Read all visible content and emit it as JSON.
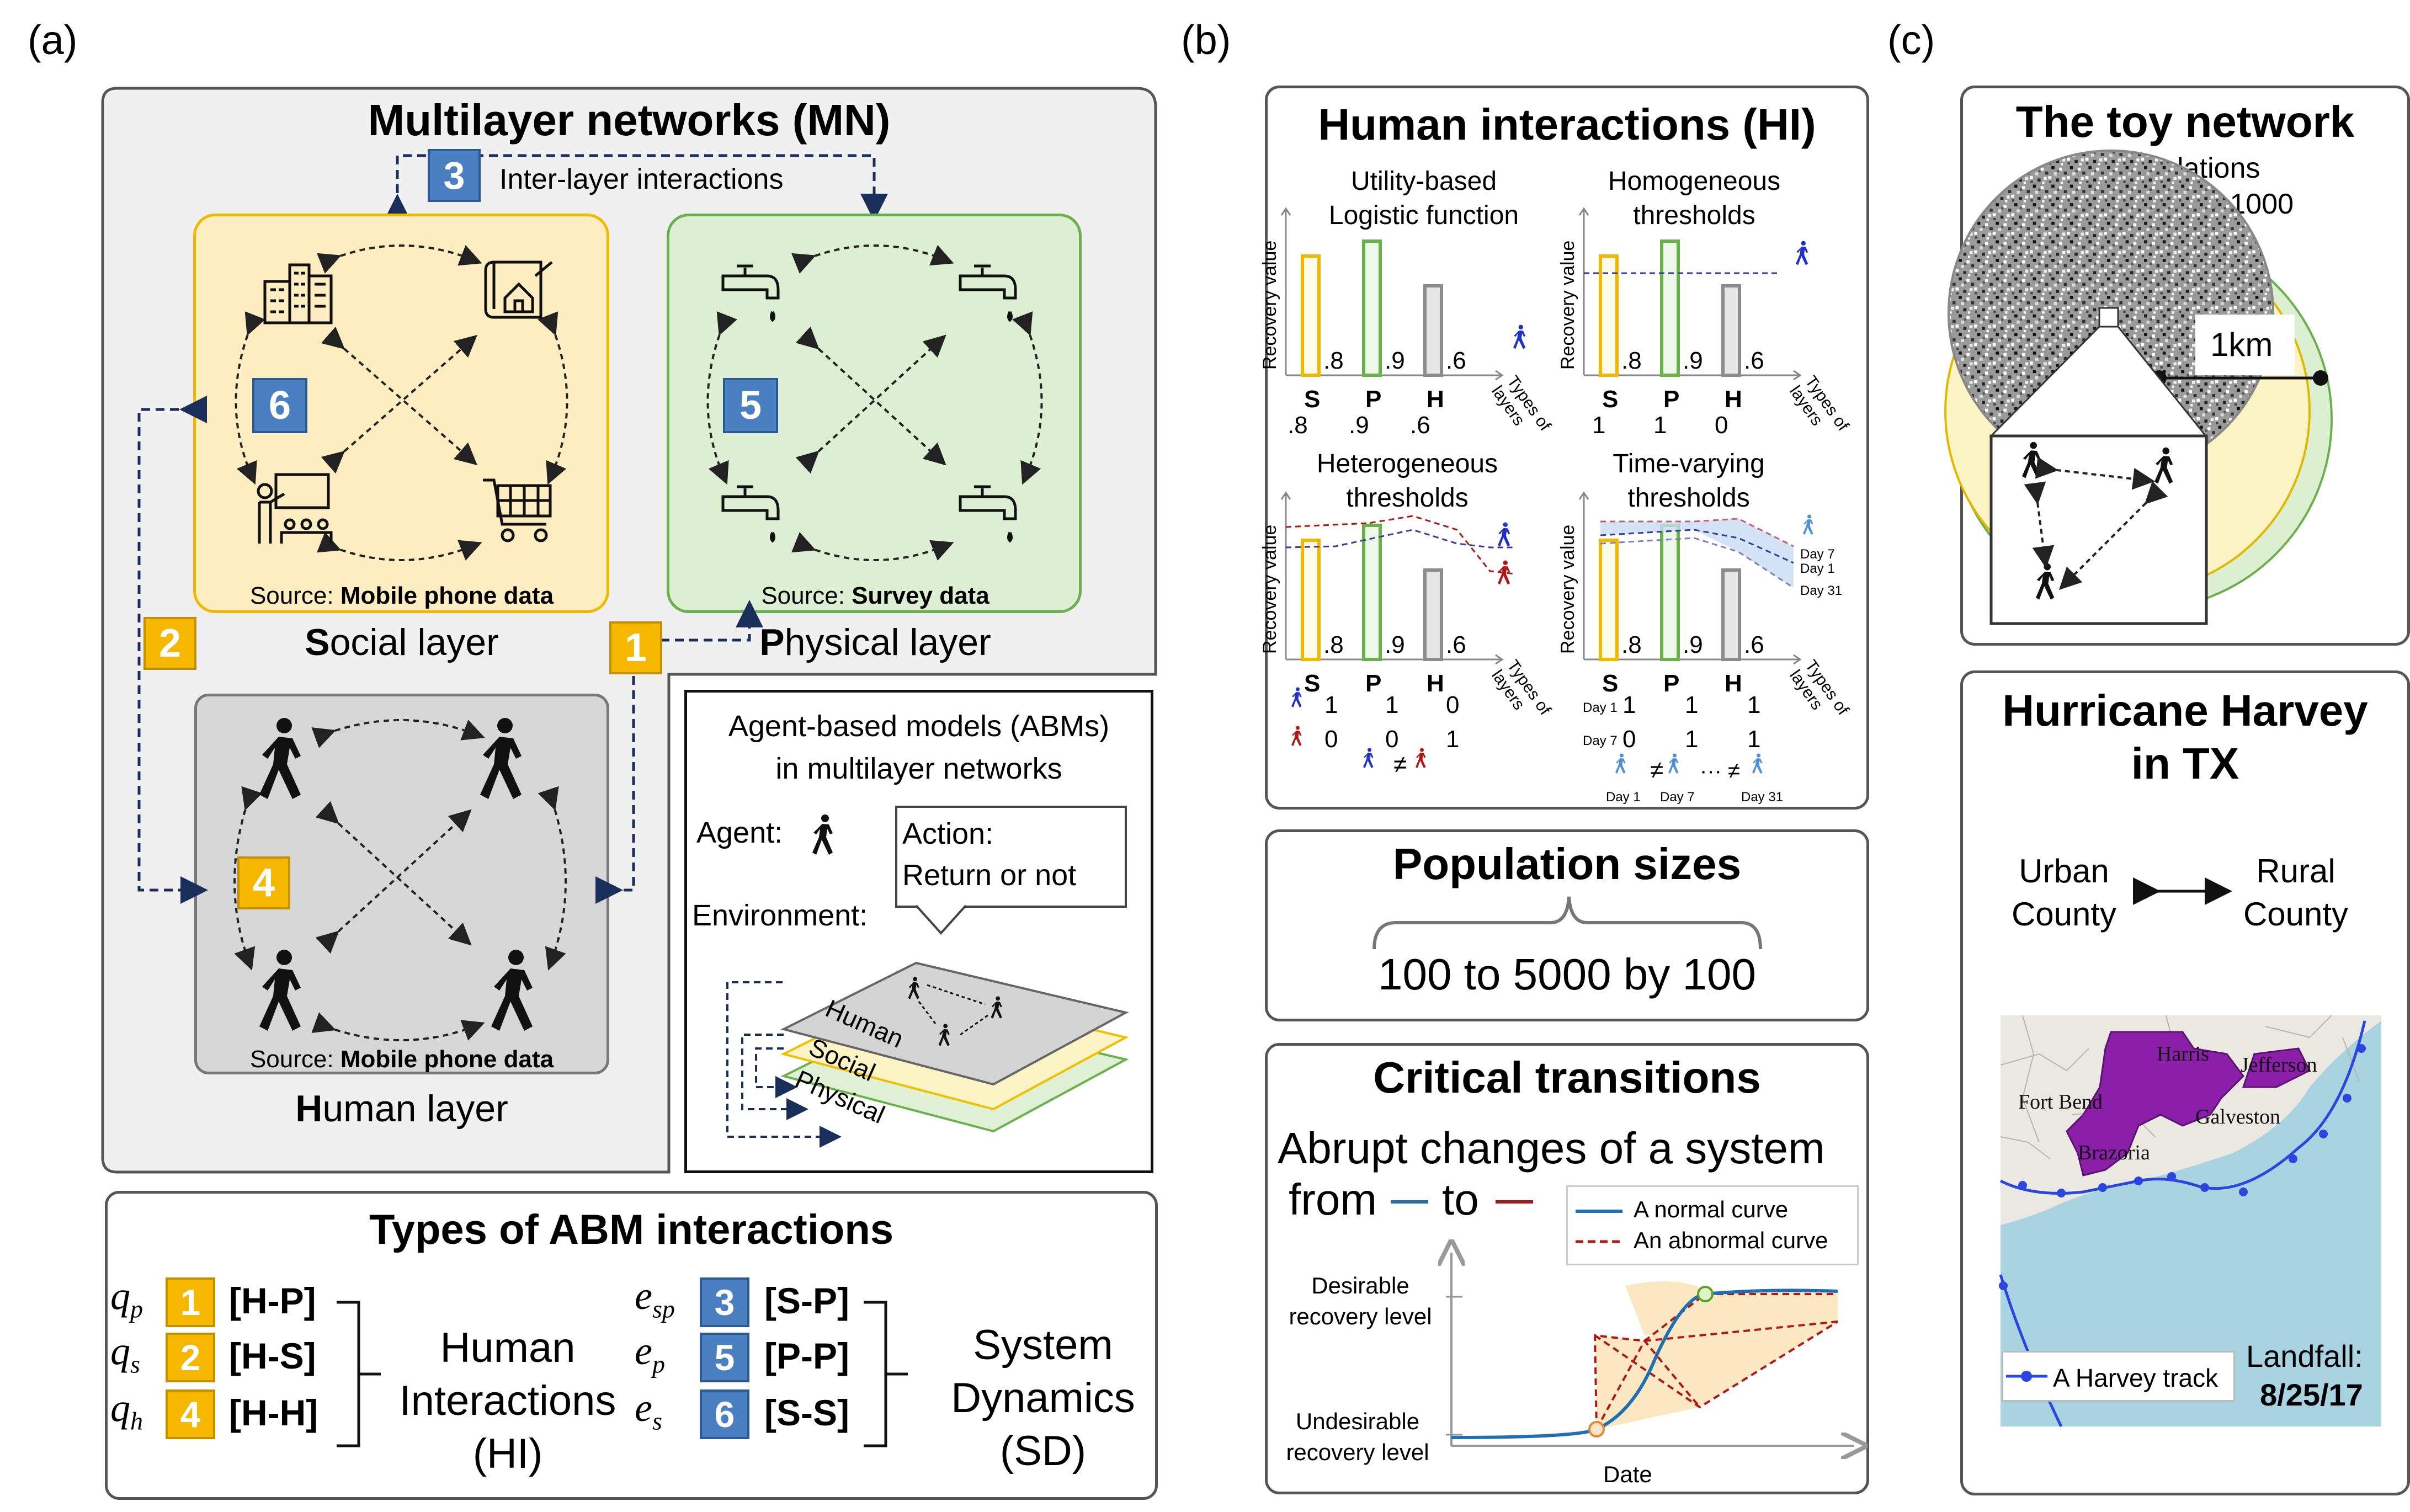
{
  "panel_labels": {
    "a": "(a)",
    "b": "(b)",
    "c": "(c)"
  },
  "mn": {
    "title": "Multilayer networks (MN)",
    "inter_badge": "3",
    "inter_label": "Inter-layer interactions",
    "social_badge": "6",
    "physical_badge": "5",
    "human_badge": "4",
    "social_source_pre": "Source: ",
    "social_source": "Mobile phone data",
    "physical_source_pre": "Source: ",
    "physical_source": "Survey data",
    "human_source_pre": "Source: ",
    "human_source": "Mobile phone data",
    "social_first": "S",
    "social_rest": "ocial layer",
    "physical_first": "P",
    "physical_rest": "hysical layer",
    "human_first": "H",
    "human_rest": "uman layer",
    "badge2": "2",
    "badge1": "1"
  },
  "abm": {
    "title_l1": "Agent-based models (ABMs)",
    "title_l2": "in multilayer networks",
    "agent": "Agent:",
    "action_l1": "Action:",
    "action_l2": "Return or not",
    "environment": "Environment:",
    "human": "Human",
    "social": "Social",
    "physical": "Physical"
  },
  "types": {
    "title": "Types of ABM interactions",
    "rows_left": [
      {
        "sym": "q",
        "sub": "p",
        "badge": "1",
        "label": "[H-P]"
      },
      {
        "sym": "q",
        "sub": "s",
        "badge": "2",
        "label": "[H-S]"
      },
      {
        "sym": "q",
        "sub": "h",
        "badge": "4",
        "label": "[H-H]"
      }
    ],
    "hi_l1": "Human",
    "hi_l2": "Interactions",
    "hi_l3": "(HI)",
    "rows_right": [
      {
        "sym": "e",
        "sub": "sp",
        "badge": "3",
        "label": "[S-P]"
      },
      {
        "sym": "e",
        "sub": "p",
        "badge": "5",
        "label": "[P-P]"
      },
      {
        "sym": "e",
        "sub": "s",
        "badge": "6",
        "label": "[S-S]"
      }
    ],
    "sd_l1": "System",
    "sd_l2": "Dynamics",
    "sd_l3": "(SD)"
  },
  "hi": {
    "title": "Human interactions (HI)",
    "c1_t1": "Utility-based",
    "c1_t2": "Logistic function",
    "c2_t1": "Homogeneous",
    "c2_t2": "thresholds",
    "c3_t1": "Heterogeneous",
    "c3_t2": "thresholds",
    "c4_t1": "Time-varying",
    "c4_t2": "thresholds",
    "ylabel": "Recovery value",
    "xlabel_l1": "Types of",
    "xlabel_l2": "layers",
    "bar_values": [
      ".8",
      ".9",
      ".6"
    ],
    "categories": [
      "S",
      "P",
      "H"
    ],
    "c1_row": [
      ".8",
      ".9",
      ".6"
    ],
    "c2_row": [
      "1",
      "1",
      "0"
    ],
    "c3_row_blue": [
      "1",
      "1",
      "0"
    ],
    "c3_row_red": [
      "0",
      "0",
      "1"
    ],
    "c4_row_day1": [
      "1",
      "1",
      "1"
    ],
    "c4_row_day7": [
      "0",
      "1",
      "1"
    ],
    "c4_day_labels": {
      "d7": "Day 7",
      "d1": "Day 1",
      "d31": "Day 31"
    },
    "c4_row_labels": {
      "d1": "Day 1",
      "d7": "Day 7"
    },
    "c4_foot": {
      "d1": "Day 1",
      "d7": "Day 7",
      "d31": "Day 31",
      "neq": "≠",
      "dots": "··· ≠"
    },
    "neq": "≠"
  },
  "pop": {
    "title": "Population sizes",
    "text": "100 to 5000 by 100"
  },
  "crit": {
    "title": "Critical transitions",
    "line1": "Abrupt changes of a system",
    "from": "from",
    "to": "to",
    "legend_normal": "A normal curve",
    "legend_abnormal": "An abnormal curve",
    "desirable_l1": "Desirable",
    "desirable_l2": "recovery level",
    "undesirable_l1": "Undesirable",
    "undesirable_l2": "recovery level",
    "xlabel": "Date",
    "colors": {
      "normal": "#1f6fb2",
      "abnormal": "#b01818",
      "fill": "#fbe7c2"
    }
  },
  "toy": {
    "title": "The toy network",
    "sub1": "Populations",
    "sub2": "from 100 to 1000",
    "scale": "1km"
  },
  "harvey": {
    "title_l1": "Hurricane Harvey",
    "title_l2": "in TX",
    "urban_l1": "Urban",
    "urban_l2": "County",
    "rural_l1": "Rural",
    "rural_l2": "County",
    "counties": [
      "Harris",
      "Jefferson",
      "Fort Bend",
      "Galveston",
      "Brazoria"
    ],
    "legend": "A Harvey track",
    "landfall_l1": "Landfall:",
    "landfall_l2": "8/25/17"
  }
}
